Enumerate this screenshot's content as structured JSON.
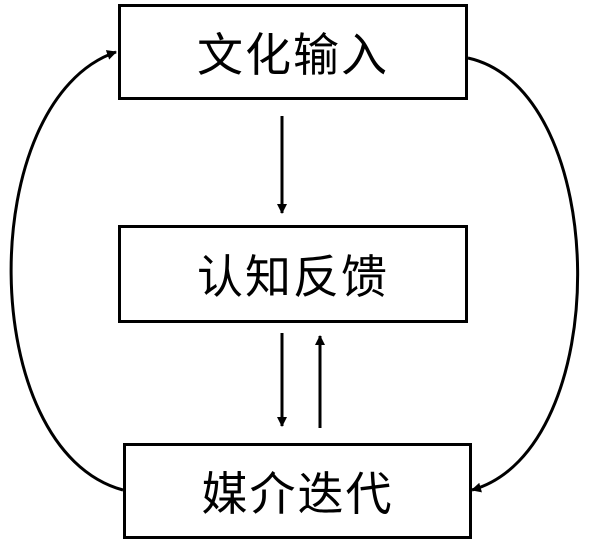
{
  "nodes": {
    "top": {
      "label": "文化输入"
    },
    "middle": {
      "label": "认知反馈"
    },
    "bottom": {
      "label": "媒介迭代"
    }
  },
  "edges": [
    {
      "from": "top",
      "to": "middle"
    },
    {
      "from": "middle",
      "to": "bottom"
    },
    {
      "from": "bottom",
      "to": "middle"
    },
    {
      "from": "top",
      "to": "bottom"
    },
    {
      "from": "bottom",
      "to": "top"
    }
  ],
  "colors": {
    "stroke": "#000000",
    "background": "#ffffff"
  }
}
